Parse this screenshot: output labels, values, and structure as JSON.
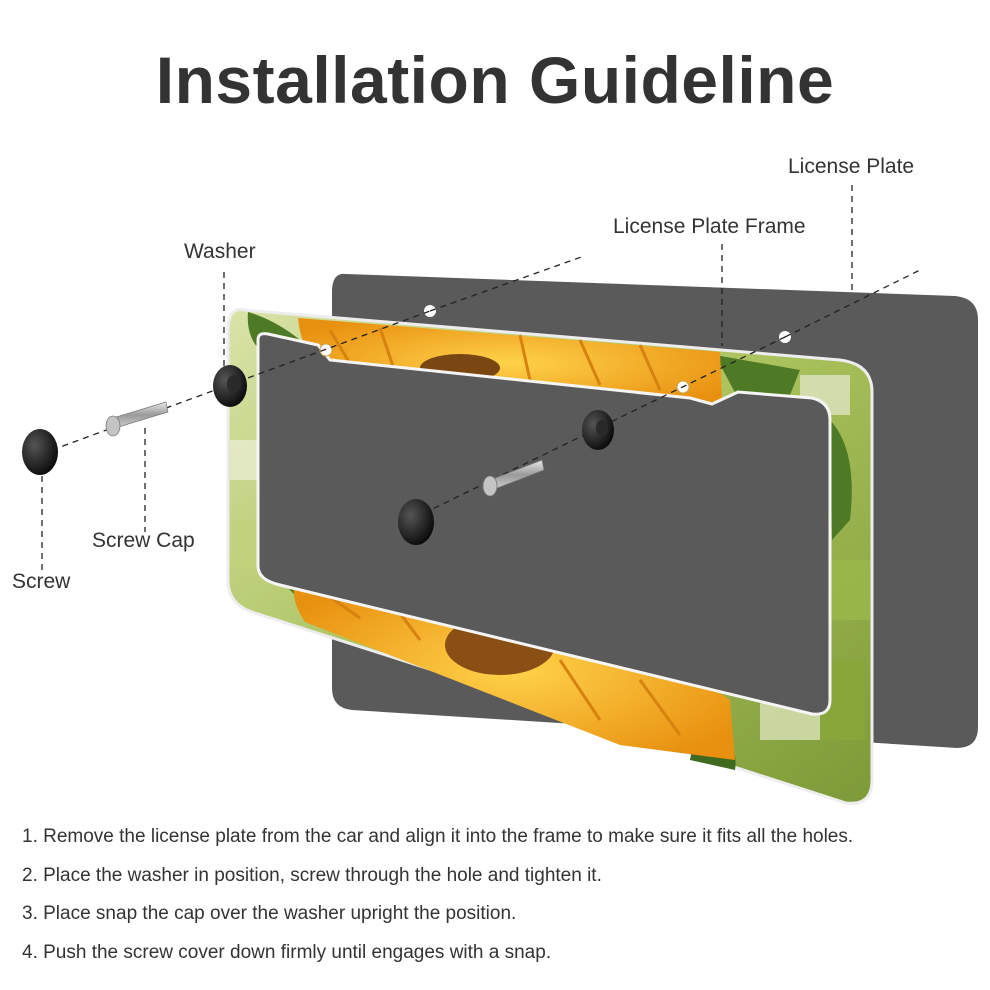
{
  "title": "Installation Guideline",
  "labels": {
    "license_plate": "License Plate",
    "license_plate_frame": "License Plate Frame",
    "washer": "Washer",
    "screw_cap": "Screw Cap",
    "screw": "Screw"
  },
  "steps": [
    "1. Remove the license plate from the car and align it into the frame to make sure it fits all the holes.",
    "2. Place the washer in position, screw through the hole and tighten it.",
    "3. Place snap the cap over the washer upright the position.",
    "4. Push the screw cover down firmly until engages with a snap."
  ],
  "colors": {
    "text": "#333333",
    "plate": "#5a5a5a",
    "frame_green": "#9bb54a",
    "sunflower": "#f2a81d"
  }
}
